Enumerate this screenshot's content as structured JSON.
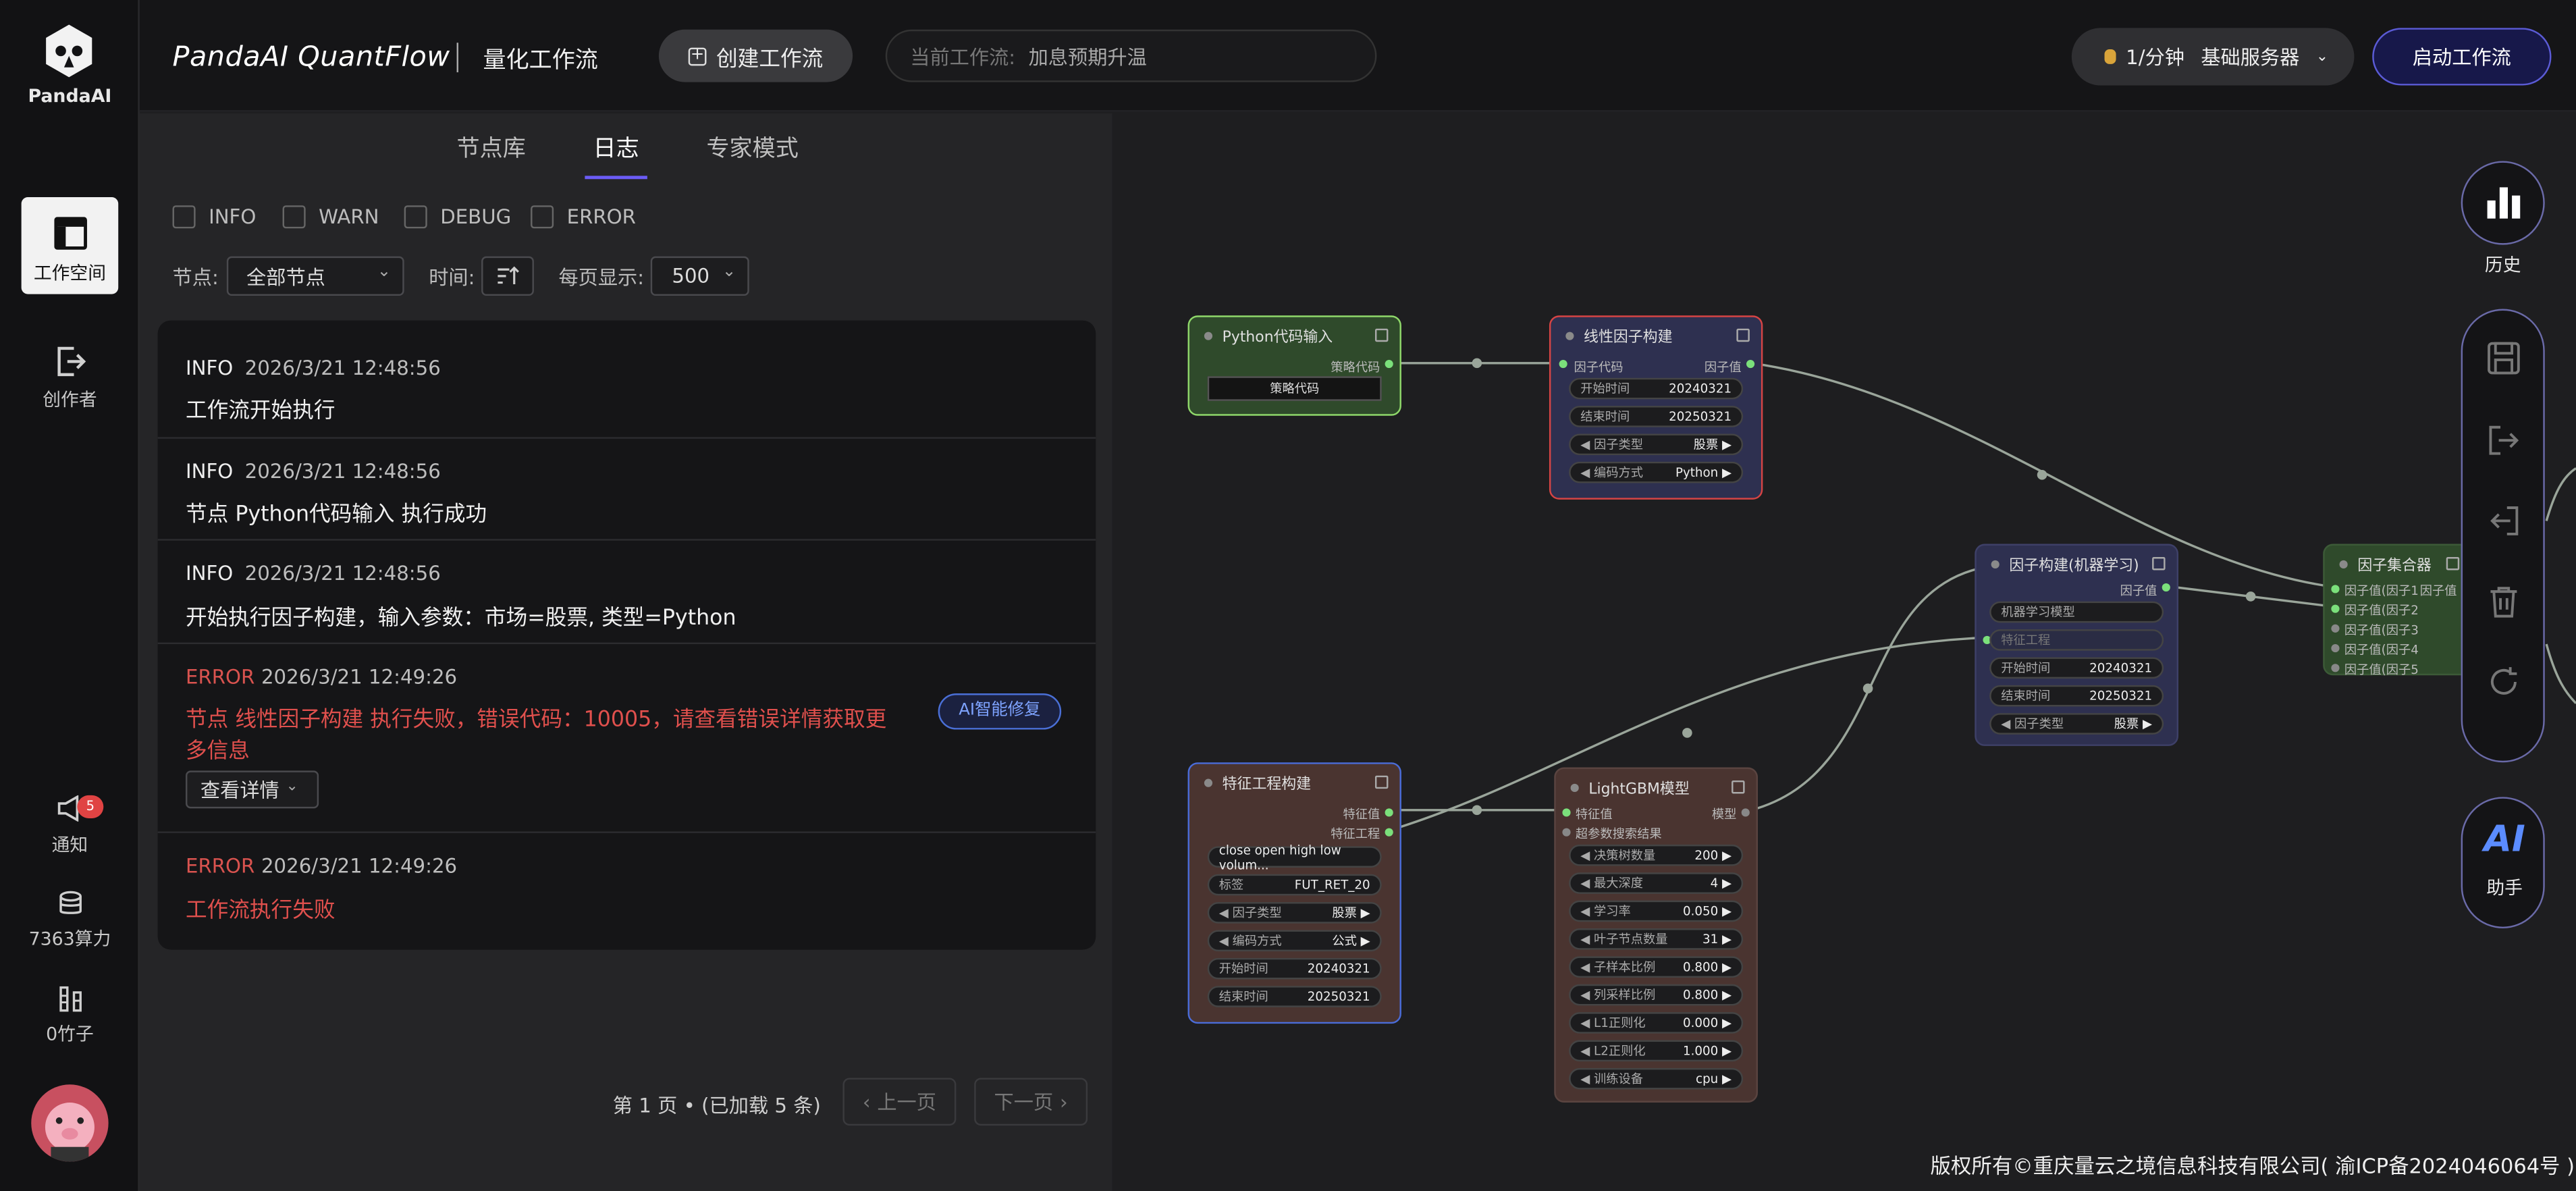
{
  "brand": {
    "logo_text": "PandaAI",
    "app_title": "PandaAI QuantFlow",
    "section": "量化工作流"
  },
  "header": {
    "create_label": "创建工作流",
    "current_prefix": "当前工作流:",
    "current_name": "加息预期升温",
    "rate_label": "1/分钟",
    "server_label": "基础服务器",
    "start_label": "启动工作流"
  },
  "rail": {
    "workspace": "工作空间",
    "creator": "创作者",
    "notify": "通知",
    "notify_badge": "5",
    "compute": "7363算力",
    "bamboo": "0竹子"
  },
  "tabs": {
    "library": "节点库",
    "log": "日志",
    "expert": "专家模式"
  },
  "filters": {
    "levels": [
      "INFO",
      "WARN",
      "DEBUG",
      "ERROR"
    ],
    "node_label": "节点:",
    "node_value": "全部节点",
    "time_label": "时间:",
    "page_size_label": "每页显示:",
    "page_size_value": "500"
  },
  "logs": [
    {
      "level": "INFO",
      "time": "2026/3/21 12:48:56",
      "message": "工作流开始执行"
    },
    {
      "level": "INFO",
      "time": "2026/3/21 12:48:56",
      "message": "节点 Python代码输入 执行成功"
    },
    {
      "level": "INFO",
      "time": "2026/3/21 12:48:56",
      "message": "开始执行因子构建，输入参数：市场=股票, 类型=Python"
    },
    {
      "level": "ERROR",
      "time": "2026/3/21 12:49:26",
      "message_1": "节点 线性因子构建 执行失败，错误代码：10005，请查看错误详情获取更",
      "message_2": "多信息",
      "fix_label": "AI智能修复",
      "detail_label": "查看详情"
    },
    {
      "level": "ERROR",
      "time": "2026/3/21 12:49:26",
      "message": "工作流执行失败"
    }
  ],
  "pagination": {
    "info": "第 1 页 • (已加载 5 条)",
    "prev": "上一页",
    "next": "下一页"
  },
  "right_tools": {
    "history": "历史",
    "ai": "AI",
    "assistant": "助手"
  },
  "footer": "版权所有©重庆量云之境信息科技有限公司( 渝ICP备2024046064号 )",
  "nodes": {
    "python": {
      "title": "Python代码输入",
      "out": "策略代码",
      "button": "策略代码"
    },
    "linear": {
      "title": "线性因子构建",
      "in": "因子代码",
      "out": "因子值",
      "fields": [
        [
          "开始时间",
          "20240321"
        ],
        [
          "结束时间",
          "20250321"
        ],
        [
          "因子类型",
          "股票"
        ],
        [
          "编码方式",
          "Python"
        ]
      ]
    },
    "feature": {
      "title": "特征工程构建",
      "out1": "特征值",
      "out2": "特征工程",
      "expr": "close open high low volum...",
      "fields": [
        [
          "标签",
          "FUT_RET_20"
        ],
        [
          "因子类型",
          "股票"
        ],
        [
          "编码方式",
          "公式"
        ],
        [
          "开始时间",
          "20240321"
        ],
        [
          "结束时间",
          "20250321"
        ]
      ]
    },
    "lgbm": {
      "title": "LightGBM模型",
      "in1": "特征值",
      "in2": "超参数搜索结果",
      "out": "模型",
      "fields": [
        [
          "决策树数量",
          "200"
        ],
        [
          "最大深度",
          "4"
        ],
        [
          "学习率",
          "0.050"
        ],
        [
          "叶子节点数量",
          "31"
        ],
        [
          "子样本比例",
          "0.800"
        ],
        [
          "列采样比例",
          "0.800"
        ],
        [
          "L1正则化",
          "0.000"
        ],
        [
          "L2正则化",
          "1.000"
        ],
        [
          "训练设备",
          "cpu"
        ]
      ]
    },
    "ml": {
      "title": "因子构建(机器学习)",
      "out": "因子值",
      "model": "机器学习模型",
      "feat": "特征工程",
      "fields": [
        [
          "开始时间",
          "20240321"
        ],
        [
          "结束时间",
          "20250321"
        ],
        [
          "因子类型",
          "股票"
        ]
      ]
    },
    "agg": {
      "title": "因子集合器",
      "out": "因子值",
      "ins": [
        "因子值(因子1",
        "因子值(因子2",
        "因子值(因子3",
        "因子值(因子4",
        "因子值(因子5"
      ]
    }
  }
}
